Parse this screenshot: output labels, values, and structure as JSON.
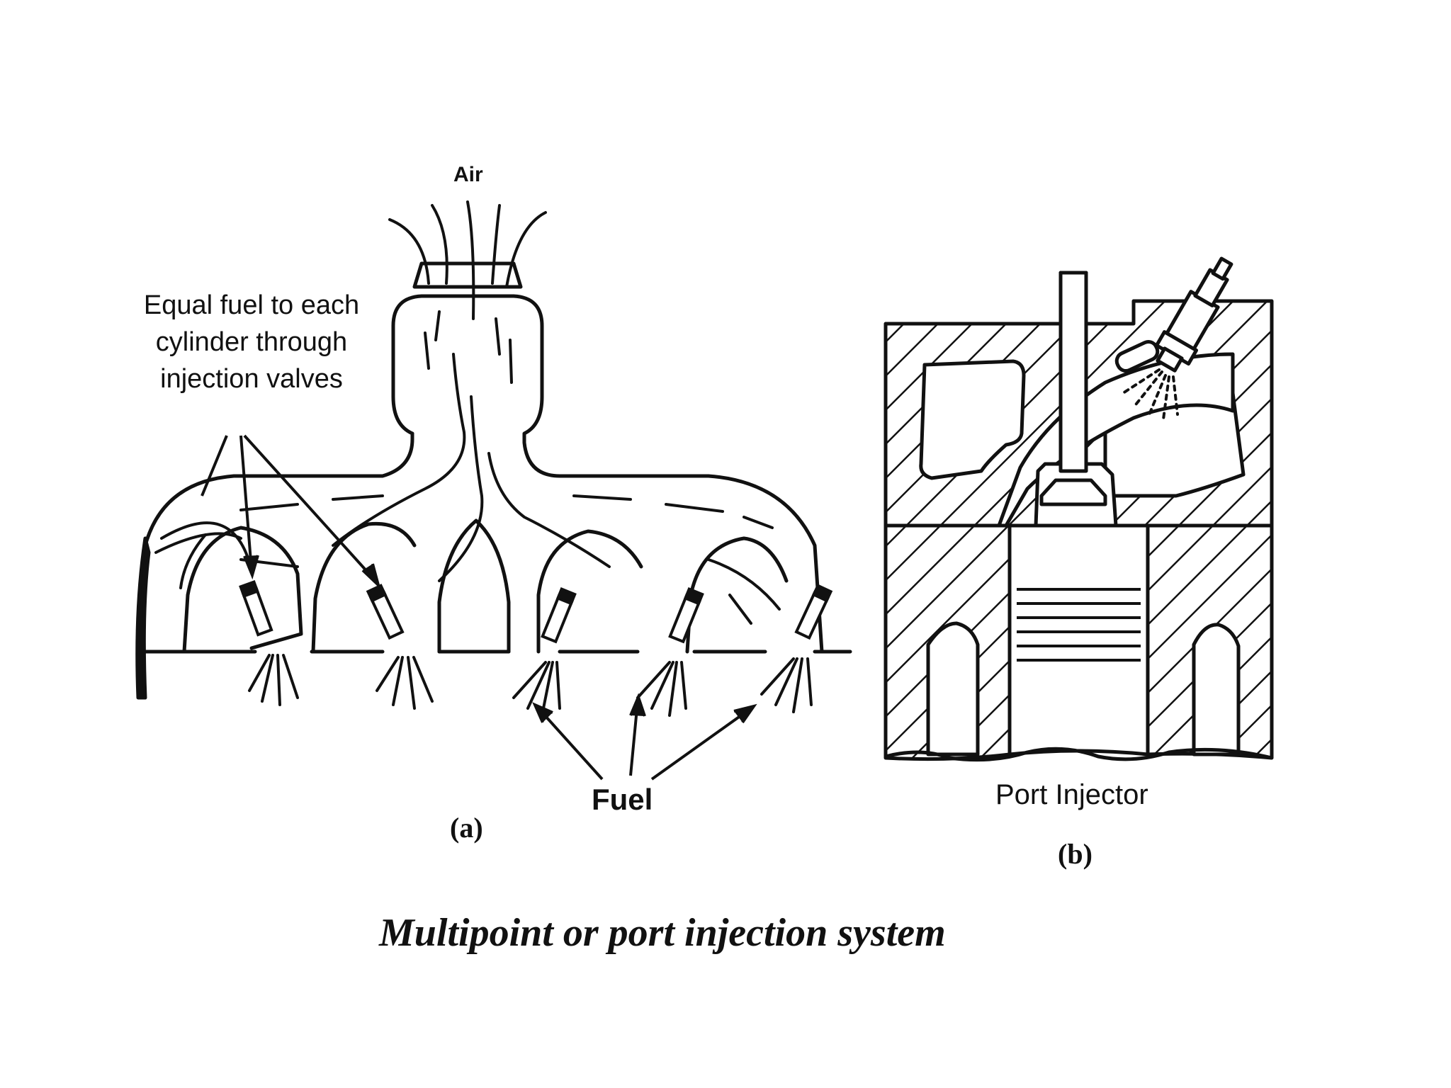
{
  "figure": {
    "caption": "Multipoint or port injection system",
    "panel_a": {
      "letter": "(a)",
      "air_label": "Air",
      "callout": "Equal fuel to each cylinder through injection valves",
      "fuel_label": "Fuel"
    },
    "panel_b": {
      "letter": "(b)",
      "label": "Port Injector"
    }
  },
  "colors": {
    "ink": "#111111",
    "paper": "#ffffff"
  }
}
